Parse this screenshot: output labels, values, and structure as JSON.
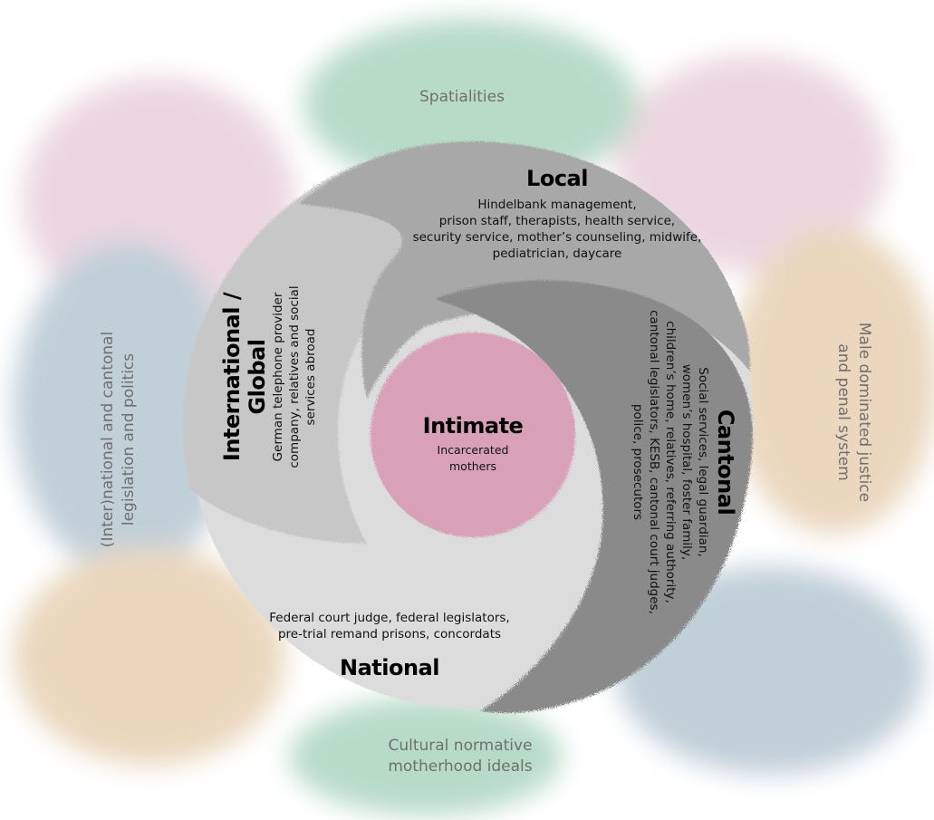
{
  "context": {
    "top": "Spatialities",
    "left_line1": "(Inter)national and cantonal",
    "left_line2": "legislation and politics",
    "right_line1": "Male dominated justice",
    "right_line2": "and  penal system",
    "bottom_line1": "Cultural normative",
    "bottom_line2": "motherhood ideals"
  },
  "levels": {
    "intimate": {
      "title": "Intimate",
      "line1": "Incarcerated",
      "line2": "mothers",
      "color": "#d9a1b8"
    },
    "local": {
      "title": "Local",
      "lines": [
        "Hindelbank management,",
        "prison staff, therapists, health service,",
        "security service, mother’s counseling, midwife,",
        "pediatrician, daycare"
      ],
      "color": "#a8a8a8"
    },
    "international": {
      "title_line1": "International /",
      "title_line2": "Global",
      "lines": [
        "German telephone provider",
        "company, relatives and social",
        "services abroad"
      ],
      "color": "#c7c7c7"
    },
    "cantonal": {
      "title": "Cantonal",
      "lines": [
        "Social services, legal guardian,",
        "women’s hospital, foster family,",
        "children’s home, relatives, referring authority,",
        "cantonal legislators, KESB, cantonal court judges,",
        "police, prosecutors"
      ],
      "color": "#8a8a8a"
    },
    "national": {
      "title": "National",
      "line1": "Federal court judge, federal legislators,",
      "line2": "pre-trial remand prisons, concordats",
      "color": "#dcdcdc"
    }
  },
  "blobs": {
    "pink": "#dcb6c6",
    "green": "#7fbe9c",
    "blue": "#8fa9bb",
    "tan": "#d9b88a"
  }
}
